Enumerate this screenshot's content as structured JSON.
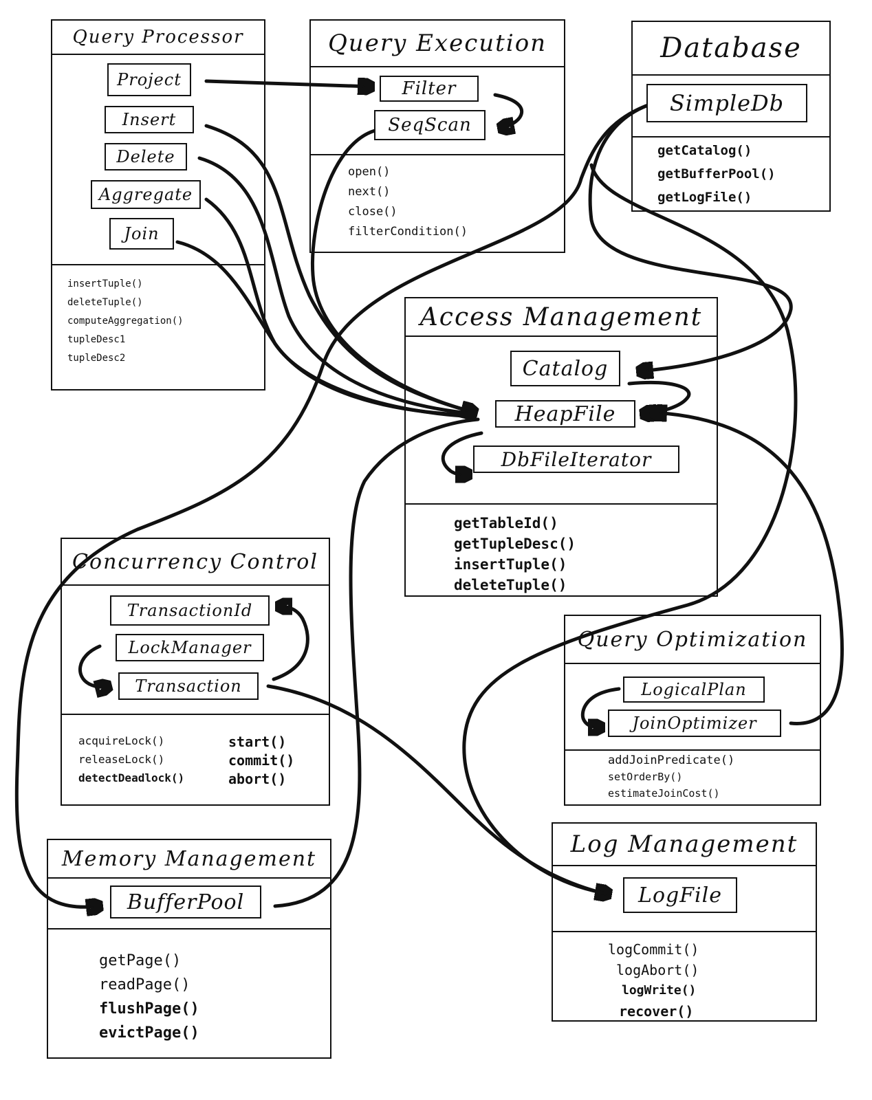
{
  "panels": {
    "query_processor": {
      "title": "Query Processor",
      "classes": [
        "Project",
        "Insert",
        "Delete",
        "Aggregate",
        "Join"
      ],
      "methods": [
        "insertTuple()",
        "deleteTuple()",
        "computeAggregation()",
        "tupleDesc1",
        "tupleDesc2"
      ]
    },
    "query_execution": {
      "title": "Query Execution",
      "classes": [
        "Filter",
        "SeqScan"
      ],
      "methods": [
        "open()",
        "next()",
        "close()",
        "filterCondition()"
      ]
    },
    "database": {
      "title": "Database",
      "classes": [
        "SimpleDb"
      ],
      "methods": [
        "getCatalog()",
        "getBufferPool()",
        "getLogFile()"
      ]
    },
    "access_management": {
      "title": "Access Management",
      "classes": [
        "Catalog",
        "HeapFile",
        "DbFileIterator"
      ],
      "methods": [
        "getTableId()",
        "getTupleDesc()",
        "insertTuple()",
        "deleteTuple()"
      ]
    },
    "concurrency_control": {
      "title": "Concurrency Control",
      "classes": [
        "TransactionId",
        "LockManager",
        "Transaction"
      ],
      "methods_left": [
        "acquireLock()",
        "releaseLock()",
        "detectDeadlock()"
      ],
      "methods_right": [
        "start()",
        "commit()",
        "abort()"
      ]
    },
    "query_optimization": {
      "title": "Query Optimization",
      "classes": [
        "LogicalPlan",
        "JoinOptimizer"
      ],
      "methods": [
        "addJoinPredicate()",
        "setOrderBy()",
        "estimateJoinCost()"
      ]
    },
    "memory_management": {
      "title": "Memory Management",
      "classes": [
        "BufferPool"
      ],
      "methods": [
        "getPage()",
        "readPage()",
        "flushPage()",
        "evictPage()"
      ]
    },
    "log_management": {
      "title": "Log Management",
      "classes": [
        "LogFile"
      ],
      "methods": [
        "logCommit()",
        "logAbort()",
        "logWrite()",
        "recover()"
      ]
    }
  }
}
